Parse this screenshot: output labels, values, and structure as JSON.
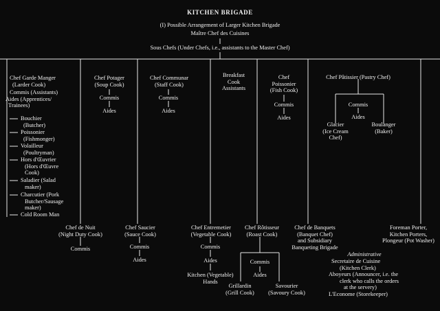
{
  "title": "KITCHEN BRIGADE",
  "subtitle": "(I)  Possible Arrangement of Larger Kitchen Brigade",
  "maitre": "Maître Chef des Cuisines",
  "sous": "Sous Chefs (Under Chefs, i.e., assistants to the Master Chef)",
  "col1": {
    "title_l1": "Chef Garde Manger",
    "title_l2": "(Larder Cook)",
    "assist_l1": "Commis (Assistants)",
    "assist_l2": "Aides (Apprentices/",
    "assist_l3": "Trainees)",
    "items": [
      {
        "l1": "Bouchier",
        "l2": "(Butcher)",
        "l3": ""
      },
      {
        "l1": "Poissonier",
        "l2": "(Fishmonger)",
        "l3": ""
      },
      {
        "l1": "Volailleur",
        "l2": "(Poultryman)",
        "l3": ""
      },
      {
        "l1": "Hors d'Œuvrier",
        "l2": "(Hors d'Œuvre",
        "l3": "Cook)"
      },
      {
        "l1": "Saladier (Salad",
        "l2": "maker)",
        "l3": ""
      },
      {
        "l1": "Charcutier (Pork",
        "l2": "Butcher/Sausage",
        "l3": "maker)"
      },
      {
        "l1": "Cold Room Man",
        "l2": "",
        "l3": ""
      }
    ]
  },
  "col2": {
    "l1": "Chef Potager",
    "l2": "(Soup Cook)",
    "commis": "Commis",
    "aides": "Aides"
  },
  "col3": {
    "l1": "Chef Communar",
    "l2": "(Staff Cook)",
    "commis": "Commis",
    "aides": "Aides"
  },
  "col4": {
    "l1": "Breakfast",
    "l2": "Cook",
    "l3": "Assistants"
  },
  "col5": {
    "l1": "Chef",
    "l2": "Poissonier",
    "l3": "(Fish Cook)",
    "commis": "Commis",
    "aides": "Aides"
  },
  "col6": {
    "title": "Chef Pâtissier (Pastry Chef)",
    "commis": "Commis",
    "aides": "Aides",
    "glacier_l1": "Glacier",
    "glacier_l2": "(Ice Cream",
    "glacier_l3": "Chef)",
    "boulanger_l1": "Boulanger",
    "boulanger_l2": "(Baker)"
  },
  "b1": {
    "l1": "Chef de Nuit",
    "l2": "(Night Duty Cook)",
    "commis": "Commis"
  },
  "b2": {
    "l1": "Chef Saucier",
    "l2": "(Sauce Cook)",
    "commis": "Commis",
    "aides": "Aides"
  },
  "b3": {
    "l1": "Chef Entremetier",
    "l2": "(Vegetable Cook)",
    "commis": "Commis",
    "aides": "Aides",
    "hands_l1": "Kitchen (Vegetable)",
    "hands_l2": "Hands"
  },
  "b4": {
    "l1": "Chef Rôtisseur",
    "l2": "(Roast Cook)",
    "commis": "Commis",
    "aides": "Aides",
    "grill_l1": "Grillardin",
    "grill_l2": "(Grill Cook)",
    "savour_l1": "Savourier",
    "savour_l2": "(Savoury Cook)"
  },
  "b5": {
    "l1": "Chef de Banquets",
    "l2": "(Banquet Chef)",
    "l3": "and Subsidiary",
    "l4": "Banqueting Brigade"
  },
  "b6": {
    "l1": "Foreman Porter,",
    "l2": "Kitchen Porters,",
    "l3": "Plongeur (Pot Washer)"
  },
  "admin": {
    "heading": "Administrative",
    "l1": "Secretaire de Cuisine",
    "l2": "(Kitchen Clerk)",
    "l3": "Aboyeurs (Announcer, i.e. the",
    "l4": "clerk who calls the orders",
    "l5": "at the servery)",
    "l6": "L'Econome (Storekeeper)"
  }
}
